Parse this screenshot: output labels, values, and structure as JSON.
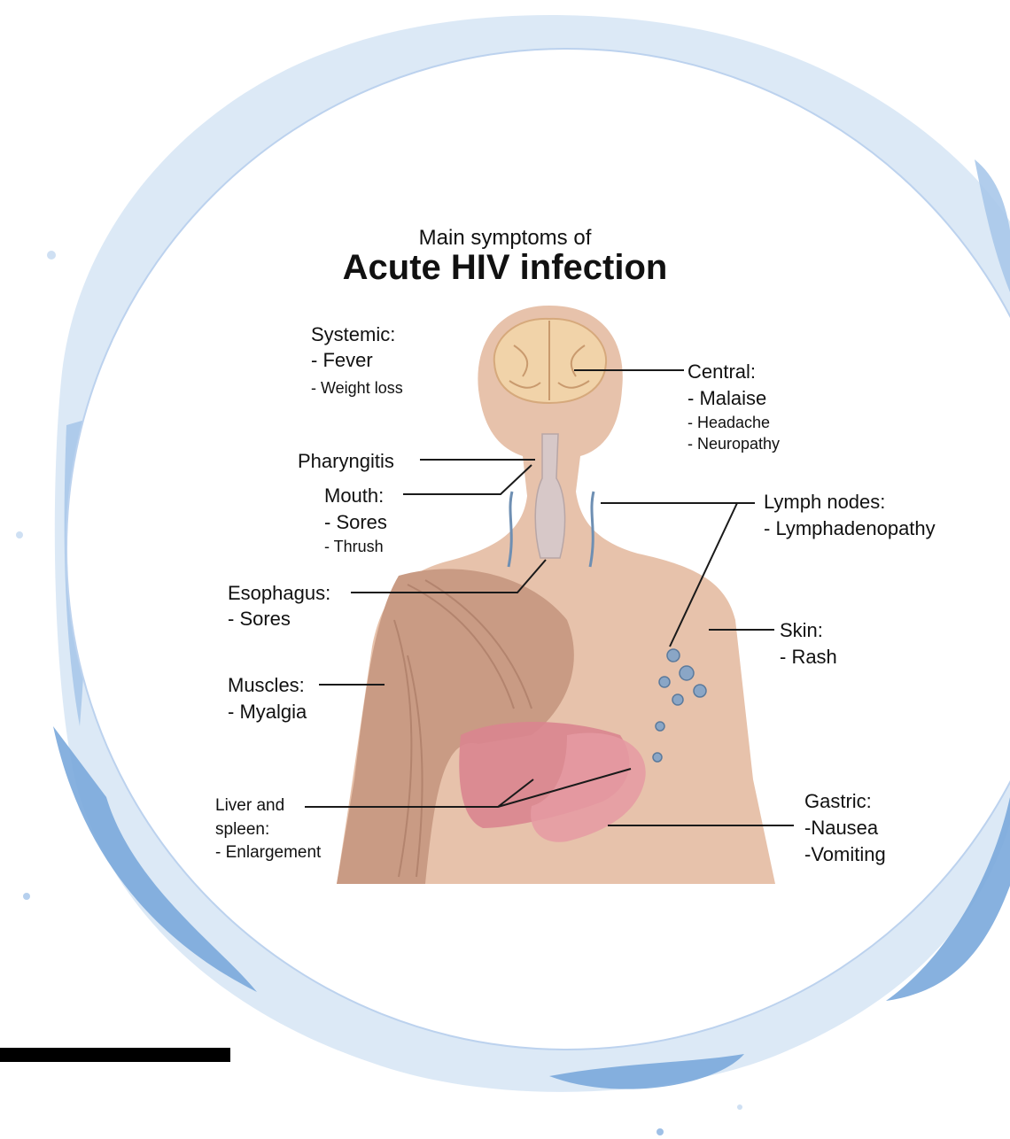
{
  "colors": {
    "ring_light": "#cfe0f3",
    "ring_dark": "#6a9fd6",
    "skin": "#e9c3ac",
    "muscle": "#c79a84",
    "organ": "#d98a92",
    "brain": "#f1d3a9",
    "lymph": "#6e8fb3",
    "leader": "#1a1a1a"
  },
  "title": {
    "subtitle": "Main symptoms of",
    "main": "Acute HIV infection"
  },
  "labels": {
    "systemic": {
      "heading": "Systemic:",
      "item1": "- Fever",
      "item2": "- Weight loss"
    },
    "central": {
      "heading": "Central:",
      "item1": "- Malaise",
      "item2": "- Headache",
      "item3": "- Neuropathy"
    },
    "pharyngitis": {
      "heading": "Pharyngitis"
    },
    "mouth": {
      "heading": "Mouth:",
      "item1": "- Sores",
      "item2": "- Thrush"
    },
    "lymph": {
      "heading": "Lymph nodes:",
      "item1": "- Lymphadenopathy"
    },
    "esophagus": {
      "heading": "Esophagus:",
      "item1": "- Sores"
    },
    "skin": {
      "heading": "Skin:",
      "item1": "- Rash"
    },
    "muscles": {
      "heading": "Muscles:",
      "item1": "- Myalgia"
    },
    "liver": {
      "line1": "Liver and",
      "line2": "spleen:",
      "item1": "- Enlargement"
    },
    "gastric": {
      "heading": "Gastric:",
      "item1": "-Nausea",
      "item2": "-Vomiting"
    }
  }
}
